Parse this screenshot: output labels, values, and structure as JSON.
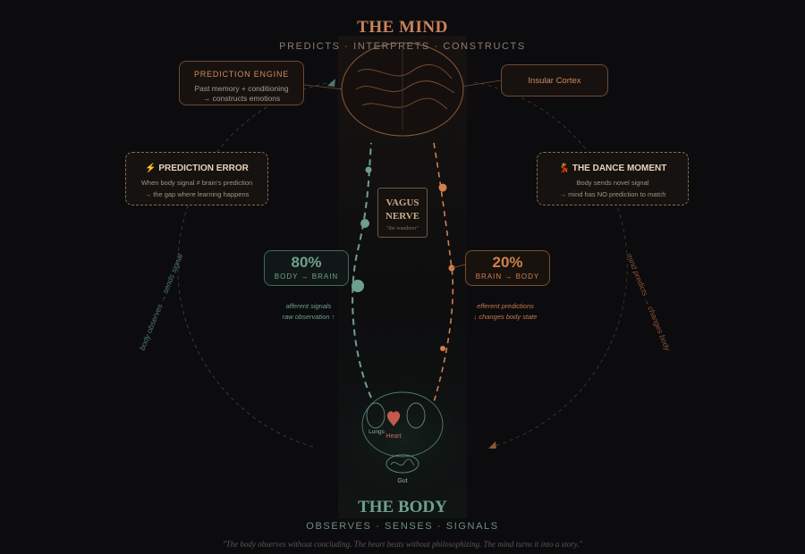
{
  "mind": {
    "title": "THE MIND",
    "subtitle": "PREDICTS · INTERPRETS · CONSTRUCTS"
  },
  "body": {
    "title": "THE BODY",
    "subtitle": "OBSERVES · SENSES · SIGNALS"
  },
  "quote": "\"The body observes without concluding. The heart beats without philosophizing. The mind turns it into a story.\"",
  "prediction_engine": {
    "title": "PREDICTION ENGINE",
    "line1": "Past memory + conditioning",
    "line2": "→ constructs emotions"
  },
  "insular_cortex": {
    "label": "Insular Cortex"
  },
  "prediction_error": {
    "title": "⚡ PREDICTION ERROR",
    "line1": "When body signal ≠ brain's prediction",
    "line2": "→ the gap where learning happens"
  },
  "dance_moment": {
    "title": "💃 THE DANCE MOMENT",
    "line1": "Body sends novel signal",
    "line2": "→ mind has NO prediction to match"
  },
  "vagus": {
    "title": "VAGUS\nNERVE",
    "note": "\"the wanderer\""
  },
  "afferent": {
    "percent": "80%",
    "label": "BODY → BRAIN",
    "line1": "afferent signals",
    "line2": "raw observation ↑"
  },
  "efferent": {
    "percent": "20%",
    "label": "BRAIN → BODY",
    "line1": "efferent predictions",
    "line2": "↓ changes body state"
  },
  "side_left": "body observes → sends signal",
  "side_right": "mind predicts → changes body",
  "organs": {
    "lungs": "Lungs",
    "heart": "Heart",
    "gut": "Gut"
  },
  "colors": {
    "body": "#6fa08c",
    "mind": "#d27f4c",
    "background": "#0c0b0e"
  }
}
